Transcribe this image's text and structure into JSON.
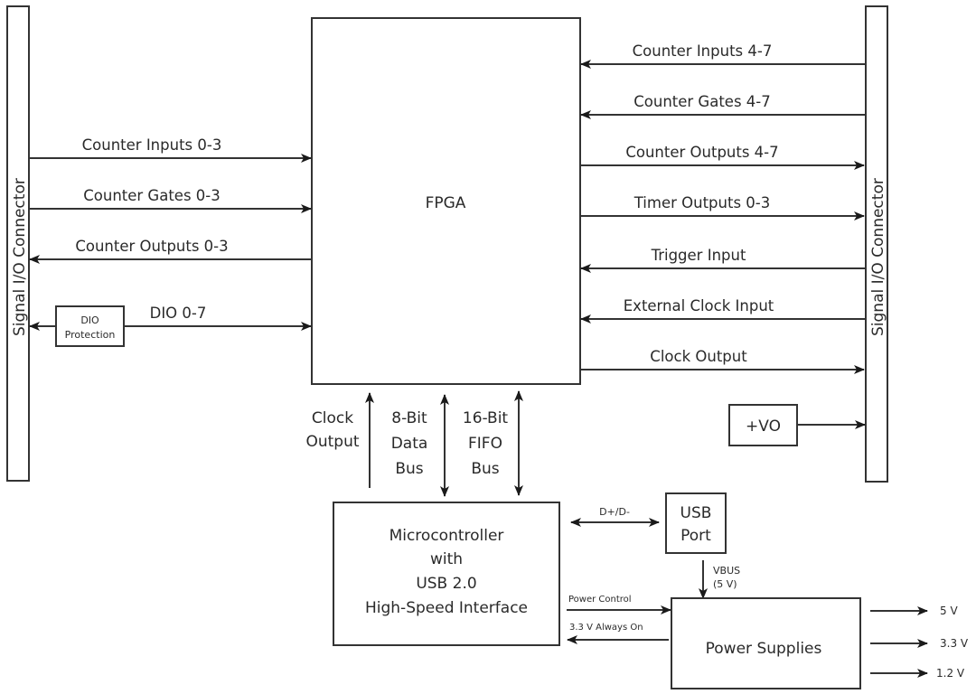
{
  "diagram": {
    "left_connector": {
      "label": "Signal I/O Connector"
    },
    "right_connector": {
      "label": "Signal I/O Connector"
    },
    "fpga": {
      "label": "FPGA"
    },
    "dio_protection": {
      "label_line1": "DIO",
      "label_line2": "Protection"
    },
    "left_signals": [
      {
        "label": "Counter Inputs 0-3",
        "direction": "to-fpga"
      },
      {
        "label": "Counter Gates 0-3",
        "direction": "to-fpga"
      },
      {
        "label": "Counter Outputs 0-3",
        "direction": "to-connector"
      },
      {
        "label": "DIO 0-7",
        "direction": "bidirectional"
      }
    ],
    "right_signals": [
      {
        "label": "Counter Inputs 4-7",
        "direction": "to-fpga"
      },
      {
        "label": "Counter Gates 4-7",
        "direction": "to-fpga"
      },
      {
        "label": "Counter Outputs 4-7",
        "direction": "to-connector"
      },
      {
        "label": "Timer Outputs 0-3",
        "direction": "to-connector"
      },
      {
        "label": "Trigger Input",
        "direction": "to-fpga"
      },
      {
        "label": "External Clock Input",
        "direction": "to-fpga"
      },
      {
        "label": "Clock Output",
        "direction": "to-connector"
      }
    ],
    "vo": {
      "label": "+VO"
    },
    "buses": [
      {
        "lines": [
          "Clock",
          "Output"
        ],
        "direction": "to-fpga"
      },
      {
        "lines": [
          "8-Bit",
          "Data",
          "Bus"
        ],
        "direction": "bidirectional"
      },
      {
        "lines": [
          "16-Bit",
          "FIFO",
          "Bus"
        ],
        "direction": "bidirectional"
      }
    ],
    "microcontroller": {
      "lines": [
        "Microcontroller",
        "with",
        "USB 2.0",
        "High-Speed Interface"
      ]
    },
    "usb_port": {
      "lines": [
        "USB",
        "Port"
      ]
    },
    "usb_link": {
      "label": "D+/D-"
    },
    "vbus": {
      "line1": "VBUS",
      "line2": "(5 V)"
    },
    "power_control": {
      "label": "Power Control"
    },
    "always_on": {
      "label": "3.3 V Always On"
    },
    "power_supplies": {
      "label": "Power Supplies"
    },
    "power_outputs": [
      {
        "label": "5 V"
      },
      {
        "label": "3.3 V"
      },
      {
        "label": "1.2 V"
      }
    ]
  }
}
